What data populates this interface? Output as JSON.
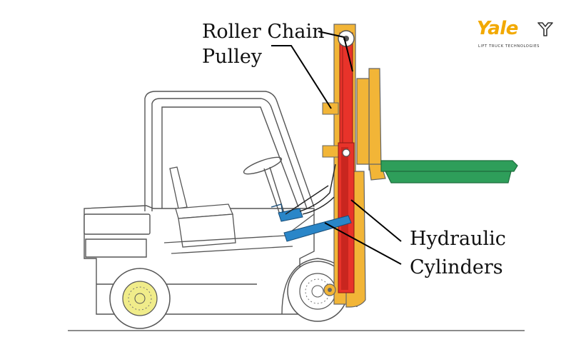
{
  "labels": {
    "roller_chain": "Roller Chain",
    "pulley": "Pulley",
    "hydraulic": "Hydraulic",
    "cylinders": "Cylinders"
  },
  "logo": {
    "wordmark": "Yale",
    "tagline": "LIFT TRUCK TECHNOLOGIES",
    "brand_color": "#f2a900"
  },
  "colors": {
    "outline": "#555555",
    "mast": "#f2b537",
    "cylinder": "#e8332a",
    "forks": "#2e9e5a",
    "hydraulic_line": "#2a86c8",
    "wheel_hub": "#f0ec8a"
  }
}
